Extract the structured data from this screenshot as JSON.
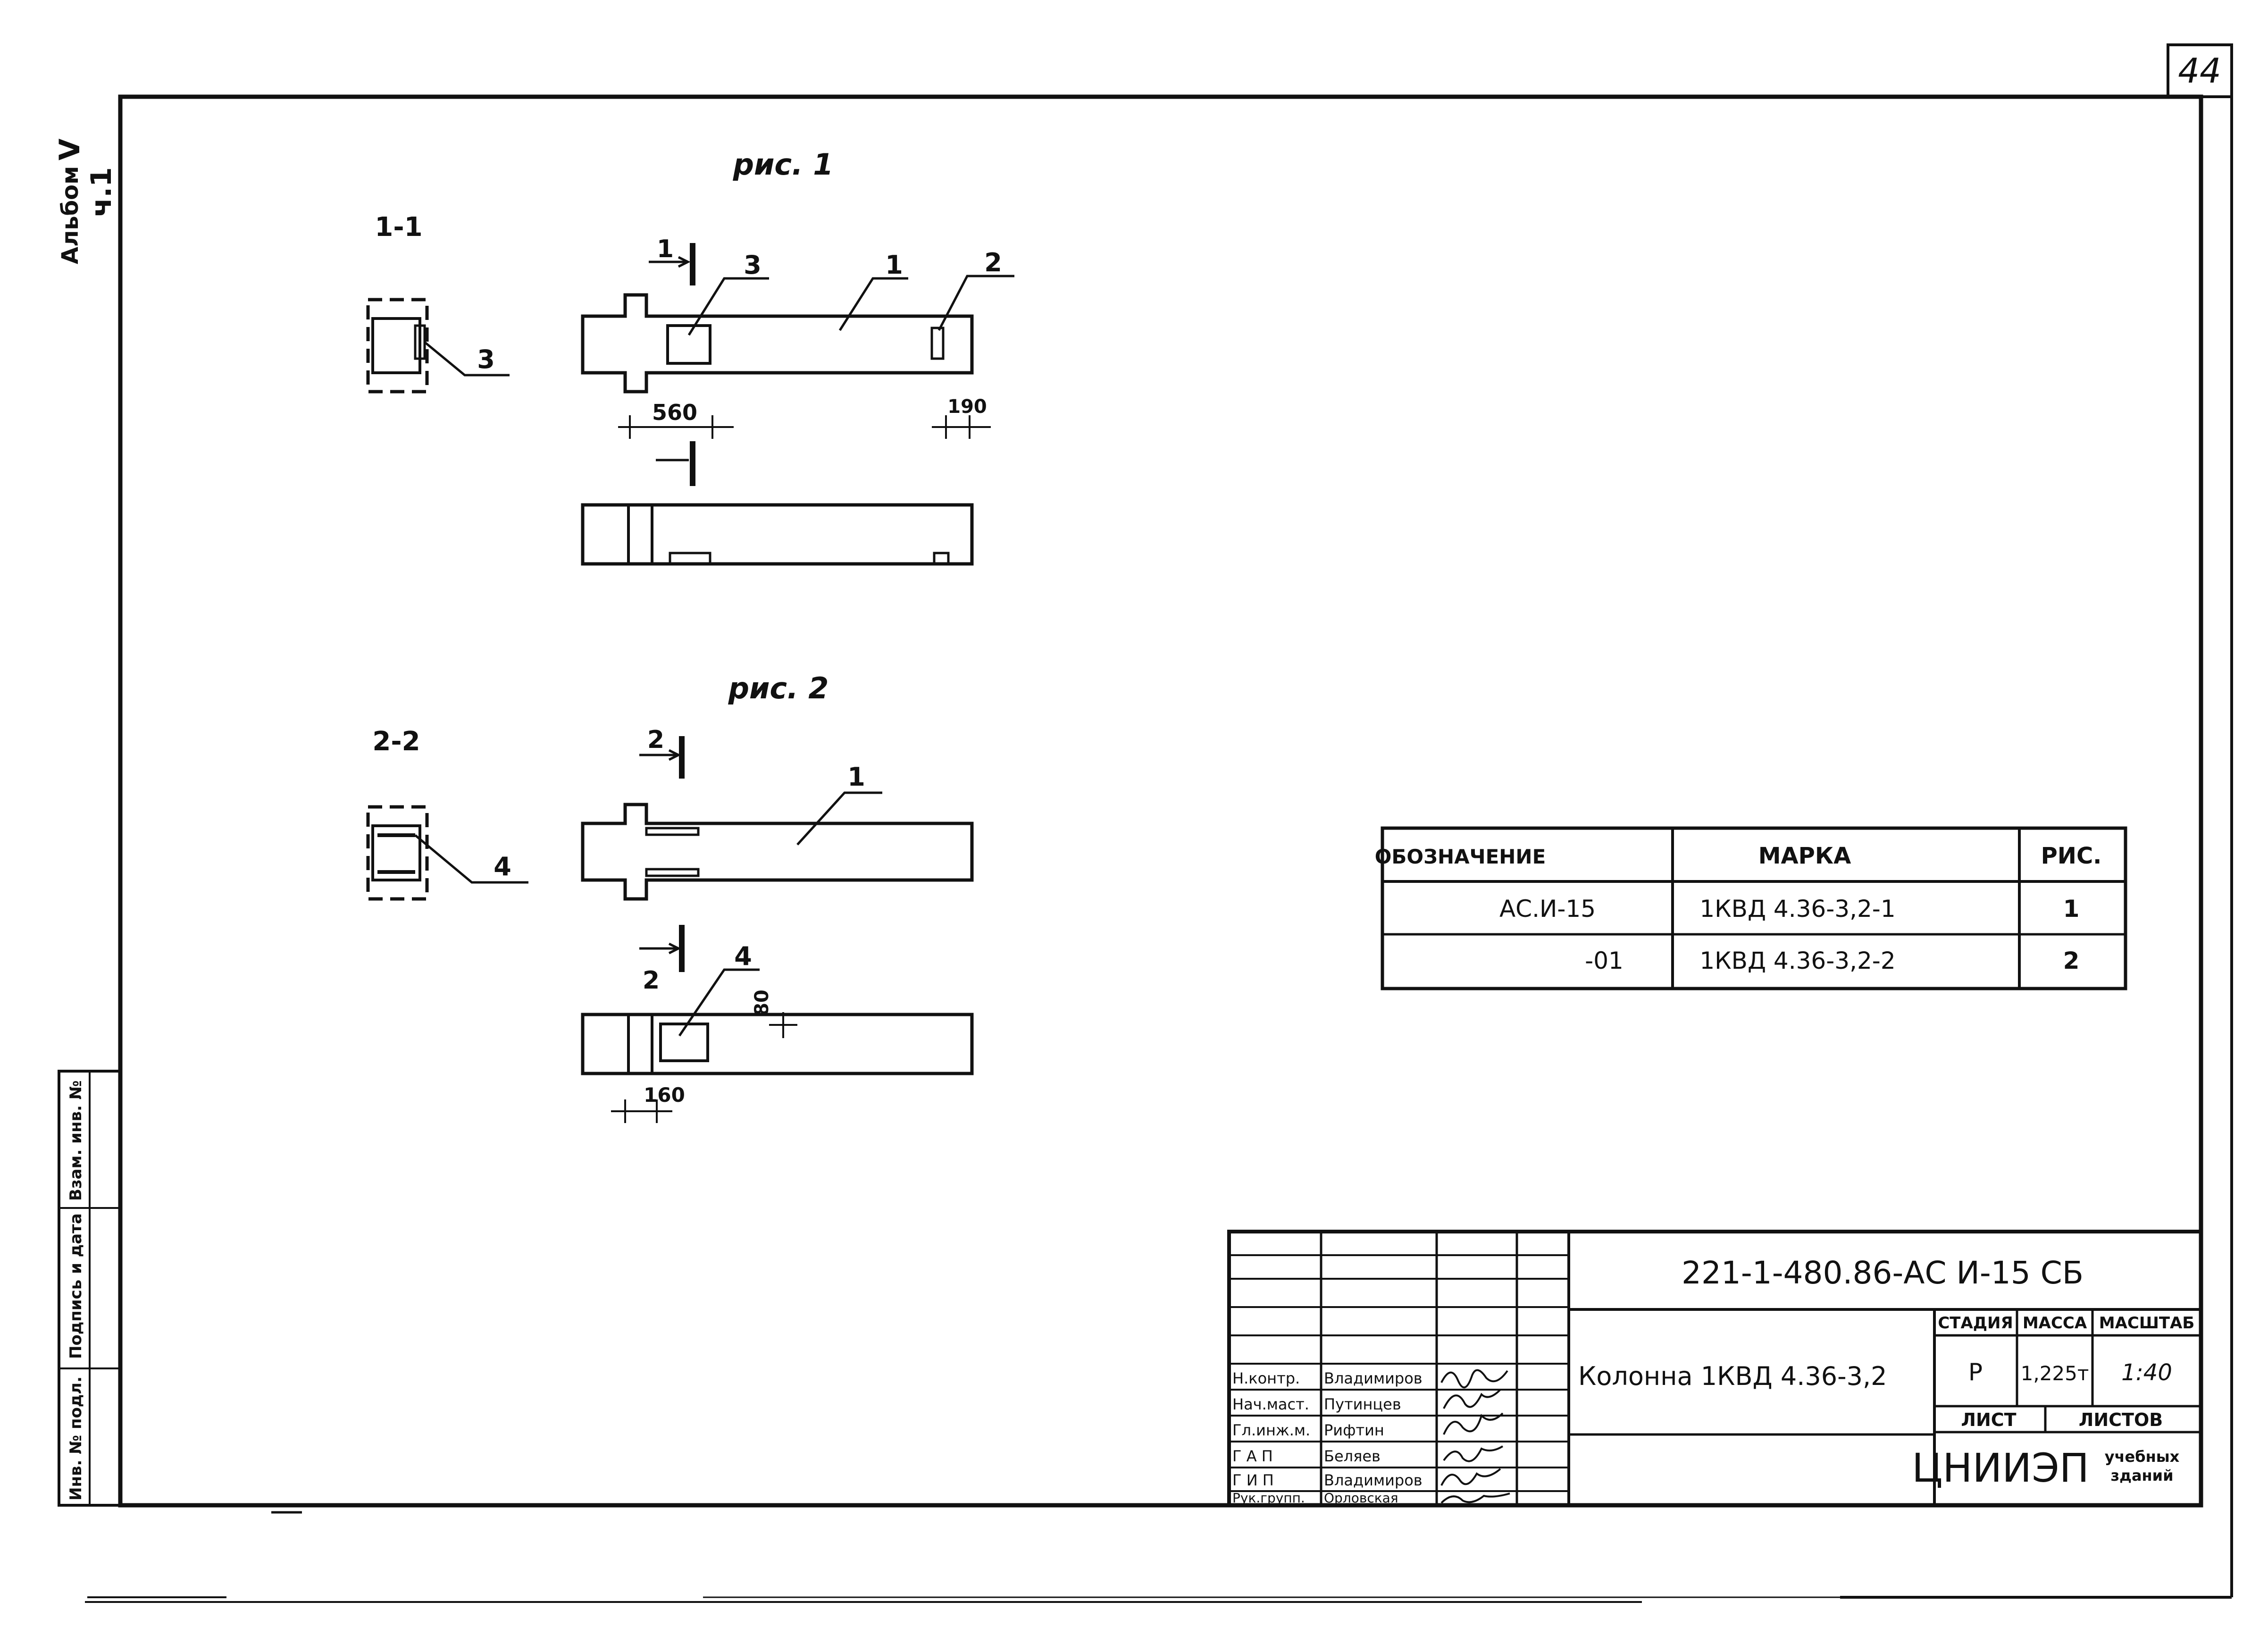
{
  "sheet_number": "44",
  "side_stamp": {
    "album": "Альбом",
    "album_number": "V",
    "part": "ч.1"
  },
  "side_columns": [
    "Инв. № подл.",
    "Подпись и дата",
    "Взам. инв. №"
  ],
  "figures": {
    "fig1": {
      "title": "рис. 1",
      "section_label": "1-1",
      "cut_label_top": "1",
      "callouts": [
        "1",
        "2",
        "3"
      ],
      "section_callout": "3",
      "dim_left": "560",
      "dim_right": "190"
    },
    "fig2": {
      "title": "рис. 2",
      "section_label": "2-2",
      "cut_label_top": "2",
      "cut_label_bottom": "2",
      "callouts": [
        "1",
        "4"
      ],
      "section_callout": "4",
      "dim_vertical": "80",
      "dim_bottom": "160"
    }
  },
  "mark_table": {
    "headers": [
      "ОБОЗНАЧЕНИЕ",
      "МАРКА",
      "РИС."
    ],
    "rows": [
      [
        "АС.И-15",
        "1КВД 4.36-3,2-1",
        "1"
      ],
      [
        "-01",
        "1КВД 4.36-3,2-2",
        "2"
      ]
    ]
  },
  "title_block": {
    "doc_code": "221-1-480.86-АС И-15 СБ",
    "title": "Колонна 1КВД 4.36-3,2",
    "headers": {
      "stage": "СТАДИЯ",
      "mass": "МАССА",
      "scale": "МАСШТАБ",
      "sheet": "ЛИСТ",
      "sheets": "ЛИСТОВ"
    },
    "values": {
      "stage": "Р",
      "mass": "1,225т",
      "scale": "1:40"
    },
    "organization": "ЦНИИЭП",
    "organization_sub": [
      "учебных",
      "зданий"
    ],
    "signatures": [
      {
        "role": "Н.контр.",
        "name": "Владимиров"
      },
      {
        "role": "Нач.маст.",
        "name": "Путинцев"
      },
      {
        "role": "Гл.инж.м.",
        "name": "Рифтин"
      },
      {
        "role": "Г А П",
        "name": "Беляев"
      },
      {
        "role": "Г И П",
        "name": "Владимиров"
      },
      {
        "role": "Рук.групп.",
        "name": "Орловская"
      }
    ]
  }
}
